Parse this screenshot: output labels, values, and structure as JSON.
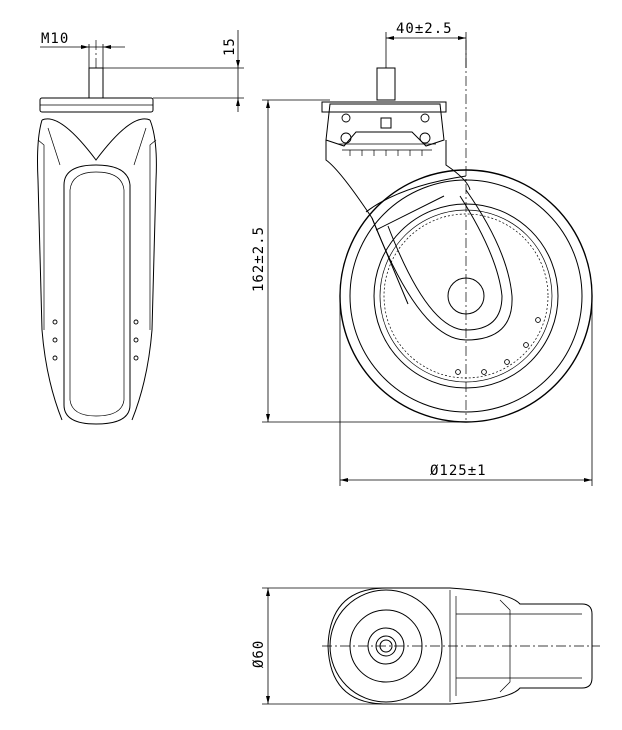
{
  "dimensions": {
    "thread": "M10",
    "stem_length": "15",
    "offset": "40±2.5",
    "height": "162±2.5",
    "wheel_diameter": "Ø125±1",
    "width": "Ø60"
  }
}
